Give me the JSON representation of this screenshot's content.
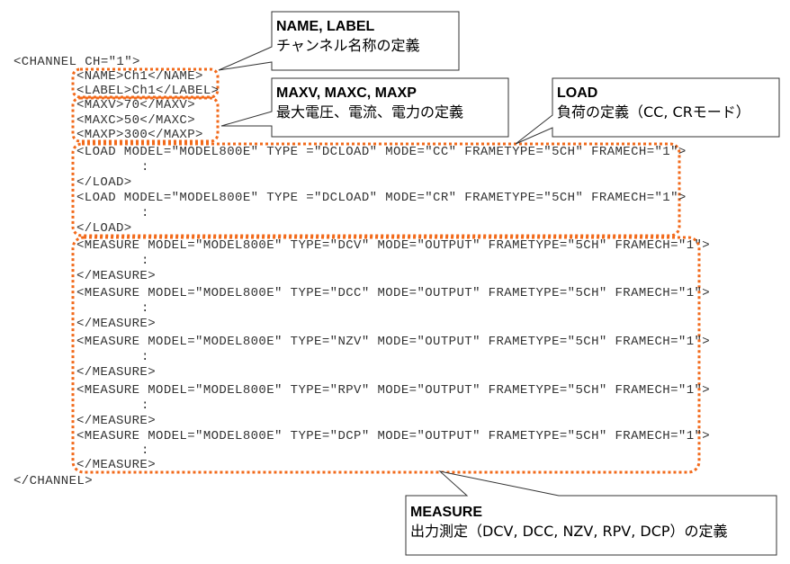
{
  "code_lines": {
    "channel_open": "<CHANNEL CH=\"1\">",
    "name": "<NAME>Ch1</NAME>",
    "label": "<LABEL>Ch1</LABEL>",
    "maxv": "<MAXV>70</MAXV>",
    "maxc": "<MAXC>50</MAXC>",
    "maxp": "<MAXP>300</MAXP>",
    "load_cc": "<LOAD MODEL=\"MODEL800E\" TYPE =\"DCLOAD\" MODE=\"CC\" FRAMETYPE=\"5CH\" FRAMECH=\"1\">",
    "load_cr": "<LOAD MODEL=\"MODEL800E\" TYPE =\"DCLOAD\" MODE=\"CR\" FRAMETYPE=\"5CH\" FRAMECH=\"1\">",
    "load_close": "</LOAD>",
    "ellipsis": ":",
    "measure_dcv": "<MEASURE MODEL=\"MODEL800E\" TYPE=\"DCV\" MODE=\"OUTPUT\" FRAMETYPE=\"5CH\" FRAMECH=\"1\">",
    "measure_dcc": "<MEASURE MODEL=\"MODEL800E\" TYPE=\"DCC\" MODE=\"OUTPUT\" FRAMETYPE=\"5CH\" FRAMECH=\"1\">",
    "measure_nzv": "<MEASURE MODEL=\"MODEL800E\" TYPE=\"NZV\" MODE=\"OUTPUT\" FRAMETYPE=\"5CH\" FRAMECH=\"1\">",
    "measure_rpv": "<MEASURE MODEL=\"MODEL800E\" TYPE=\"RPV\" MODE=\"OUTPUT\" FRAMETYPE=\"5CH\" FRAMECH=\"1\">",
    "measure_dcp": "<MEASURE MODEL=\"MODEL800E\" TYPE=\"DCP\" MODE=\"OUTPUT\" FRAMETYPE=\"5CH\" FRAMECH=\"1\">",
    "measure_close": "</MEASURE>",
    "channel_close": "</CHANNEL>"
  },
  "callouts": {
    "name_label": {
      "title": "NAME, LABEL",
      "desc": "チャンネル名称の定義"
    },
    "max": {
      "title": "MAXV, MAXC, MAXP",
      "desc": "最大電圧、電流、電力の定義"
    },
    "load": {
      "title": "LOAD",
      "desc": "負荷の定義（CC, CRモード）"
    },
    "measure": {
      "title": "MEASURE",
      "desc": "出力測定（DCV, DCC, NZV, RPV, DCP）の定義"
    }
  },
  "colors": {
    "highlight": "#f26a1b",
    "text": "#333333",
    "border": "#333333"
  }
}
